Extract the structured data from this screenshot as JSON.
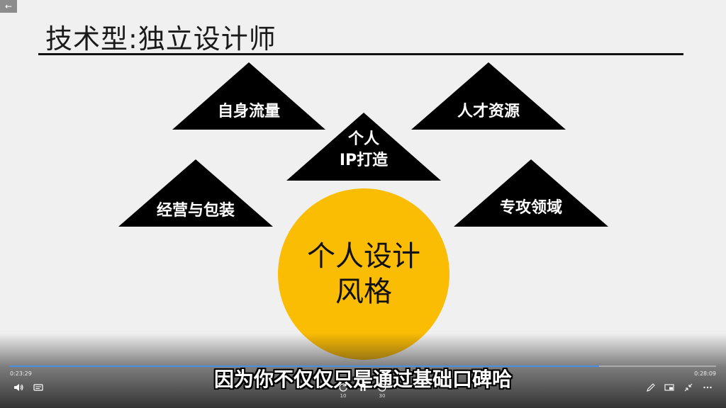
{
  "player": {
    "back_icon": "←",
    "time_current": "0:23:29",
    "time_total": "0:28:09",
    "progress_fraction": 0.834,
    "skip_back_seconds": "10",
    "skip_forward_seconds": "30",
    "subtitle": "因为你不仅仅只是通过基础口碑哈"
  },
  "slide": {
    "title": "技术型:独立设计师",
    "center": {
      "line1": "个人设计",
      "line2": "风格",
      "color": "#fbbc04"
    },
    "triangles": {
      "self_traffic": "自身流量",
      "talent": "人才资源",
      "ip_line1": "个人",
      "ip_line2": "IP打造",
      "operation": "经营与包装",
      "specialty": "专攻领域"
    }
  }
}
